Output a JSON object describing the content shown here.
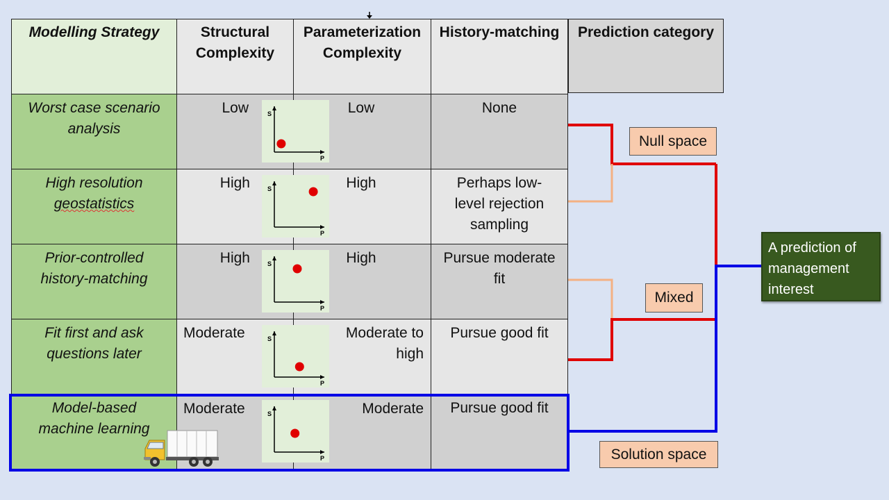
{
  "headers": {
    "strategy": "Modelling Strategy",
    "structural": [
      "Structural",
      "Complexity"
    ],
    "parameterization": [
      "Parameterization",
      "Complexity"
    ],
    "history": "History-matching",
    "prediction": "Prediction category"
  },
  "rows": [
    {
      "strategy": [
        "Worst case scenario",
        "analysis"
      ],
      "structural": "Low",
      "parameterization": [
        "Low"
      ],
      "history": [
        "None"
      ]
    },
    {
      "strategy": [
        "High resolution",
        "geostatistics"
      ],
      "structural": "High",
      "parameterization": [
        "High"
      ],
      "history": [
        "Perhaps low-",
        "level rejection",
        "sampling"
      ]
    },
    {
      "strategy": [
        "Prior-controlled",
        "history-matching"
      ],
      "structural": "High",
      "parameterization": [
        "High"
      ],
      "history": [
        "Pursue moderate",
        "fit"
      ]
    },
    {
      "strategy": [
        "Fit first and ask",
        "questions later"
      ],
      "structural": "Moderate",
      "parameterization": [
        "Moderate to",
        "high"
      ],
      "history": [
        "Pursue good fit"
      ]
    },
    {
      "strategy": [
        "Model-based",
        "machine learning"
      ],
      "structural": "Moderate",
      "parameterization": [
        "Moderate"
      ],
      "history": [
        "Pursue good fit"
      ]
    }
  ],
  "plot_axes": {
    "x_label": "P",
    "y_label": "S"
  },
  "plot_points": [
    {
      "p": 0.15,
      "s": 0.2
    },
    {
      "p": 0.85,
      "s": 0.85
    },
    {
      "p": 0.5,
      "s": 0.8
    },
    {
      "p": 0.55,
      "s": 0.25
    },
    {
      "p": 0.45,
      "s": 0.45
    }
  ],
  "categories": {
    "null_space": "Null space",
    "mixed": "Mixed",
    "solution_space": "Solution space"
  },
  "prediction_box": [
    "A prediction of",
    "management",
    "interest"
  ],
  "colors": {
    "null_line": "#e00000",
    "faint_line": "#f4b183",
    "solution_line": "#0000e6",
    "point": "#e00000",
    "prediction_box": "#38591f"
  }
}
